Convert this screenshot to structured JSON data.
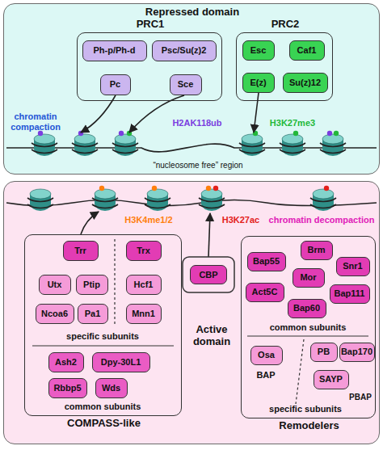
{
  "diagram": {
    "nodes": [
      {
        "text": [
          "Repressed domain"
        ]
      },
      {
        "text": [
          "PRC1"
        ],
        "in": 0
      },
      {
        "text": [
          "Ph-p/Ph-d"
        ],
        "in": 1
      },
      {
        "text": [
          "Psc/Su(z)2"
        ],
        "in": 1
      },
      {
        "text": [
          "Pc"
        ],
        "in": 1
      },
      {
        "text": [
          "Sce"
        ],
        "in": 1
      },
      {
        "text": [
          "PRC2"
        ],
        "in": 0
      },
      {
        "text": [
          "Esc"
        ],
        "in": 6
      },
      {
        "text": [
          "Caf1"
        ],
        "in": 6
      },
      {
        "text": [
          "E(z)"
        ],
        "in": 6
      },
      {
        "text": [
          "Su(z)12"
        ],
        "in": 6
      },
      {
        "text": [
          "Active domain"
        ]
      },
      {
        "text": [
          "COMPASS-like"
        ],
        "in": 11
      },
      {
        "text": [
          "Trr"
        ],
        "in": 12
      },
      {
        "text": [
          "Trx"
        ],
        "in": 12
      },
      {
        "text": [
          "Utx"
        ],
        "in": 12
      },
      {
        "text": [
          "Ptip"
        ],
        "in": 12
      },
      {
        "text": [
          "Hcf1"
        ],
        "in": 12
      },
      {
        "text": [
          "Ncoa6"
        ],
        "in": 12
      },
      {
        "text": [
          "Pa1"
        ],
        "in": 12
      },
      {
        "text": [
          "Mnn1"
        ],
        "in": 12
      },
      {
        "text": [
          "Ash2"
        ],
        "in": 12
      },
      {
        "text": [
          "Dpy-30L1"
        ],
        "in": 12
      },
      {
        "text": [
          "Rbbp5"
        ],
        "in": 12
      },
      {
        "text": [
          "Wds"
        ],
        "in": 12
      },
      {
        "text": [
          "CBP"
        ],
        "in": 11
      },
      {
        "text": [
          "Remodelers"
        ],
        "in": 11
      },
      {
        "text": [
          "Bap55"
        ],
        "in": 26
      },
      {
        "text": [
          "Brm"
        ],
        "in": 26
      },
      {
        "text": [
          "Snr1"
        ],
        "in": 26
      },
      {
        "text": [
          "Mor"
        ],
        "in": 26
      },
      {
        "text": [
          "Act5C"
        ],
        "in": 26
      },
      {
        "text": [
          "Bap111"
        ],
        "in": 26
      },
      {
        "text": [
          "Bap60"
        ],
        "in": 26
      },
      {
        "text": [
          "Osa"
        ],
        "in": 26
      },
      {
        "text": [
          "PB"
        ],
        "in": 26
      },
      {
        "text": [
          "Bap170"
        ],
        "in": 26
      },
      {
        "text": [
          "SAYP"
        ],
        "in": 26
      }
    ],
    "labels": [
      "chromatin compaction",
      "H2AK118ub",
      "H3K27me3",
      "“nucleosome free” region",
      "H3K4me1/2",
      "H3K27ac",
      "chromatin decompaction",
      "specific subunits",
      "common subunits",
      "common subunits",
      "BAP",
      "PBAP",
      "specific subunits"
    ]
  }
}
